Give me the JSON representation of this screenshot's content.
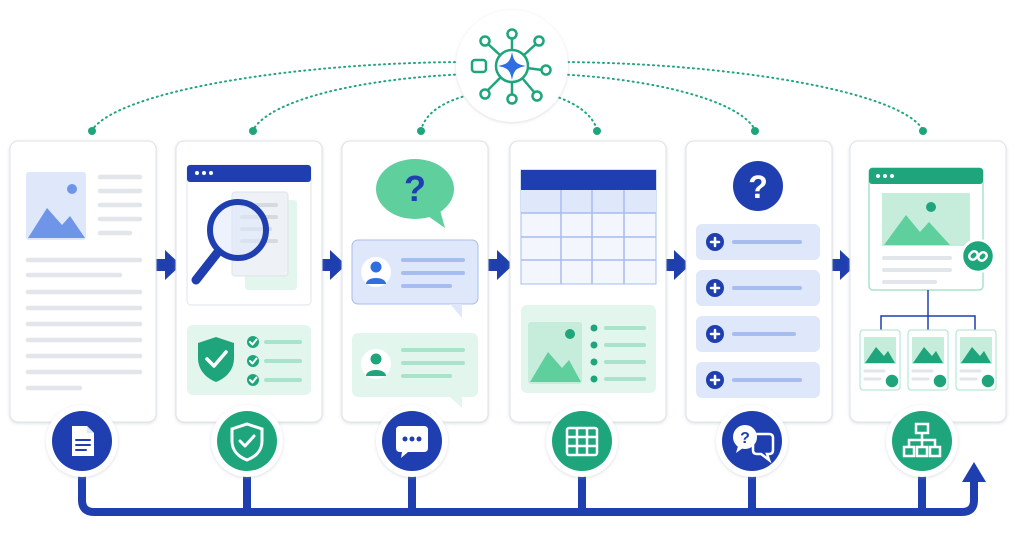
{
  "colors": {
    "blue": "#1f3fb0",
    "blue_light": "#dfe7fb",
    "blue_lines": "#a7bcef",
    "blue_mid": "#6f95e8",
    "green": "#1fa57c",
    "green_mid": "#5fcf9e",
    "green_light": "#e3f6ee",
    "green_lines": "#a9e3cb",
    "gray": "#e2e5ea",
    "card_border": "#dfe3e8"
  },
  "hub": {
    "icon": "ai-network-sparkle-icon"
  },
  "stages": [
    {
      "id": "document",
      "icon": "document-icon",
      "badge_color": "blue"
    },
    {
      "id": "review",
      "icon": "shield-check-icon",
      "badge_color": "green"
    },
    {
      "id": "conversation",
      "icon": "chat-bubble-icon",
      "badge_color": "blue"
    },
    {
      "id": "data-table",
      "icon": "table-grid-icon",
      "badge_color": "green"
    },
    {
      "id": "questions",
      "icon": "question-chat-icon",
      "badge_color": "blue"
    },
    {
      "id": "linking",
      "icon": "hierarchy-icon",
      "badge_color": "green"
    }
  ],
  "glyphs": {
    "question_mark": "?"
  }
}
